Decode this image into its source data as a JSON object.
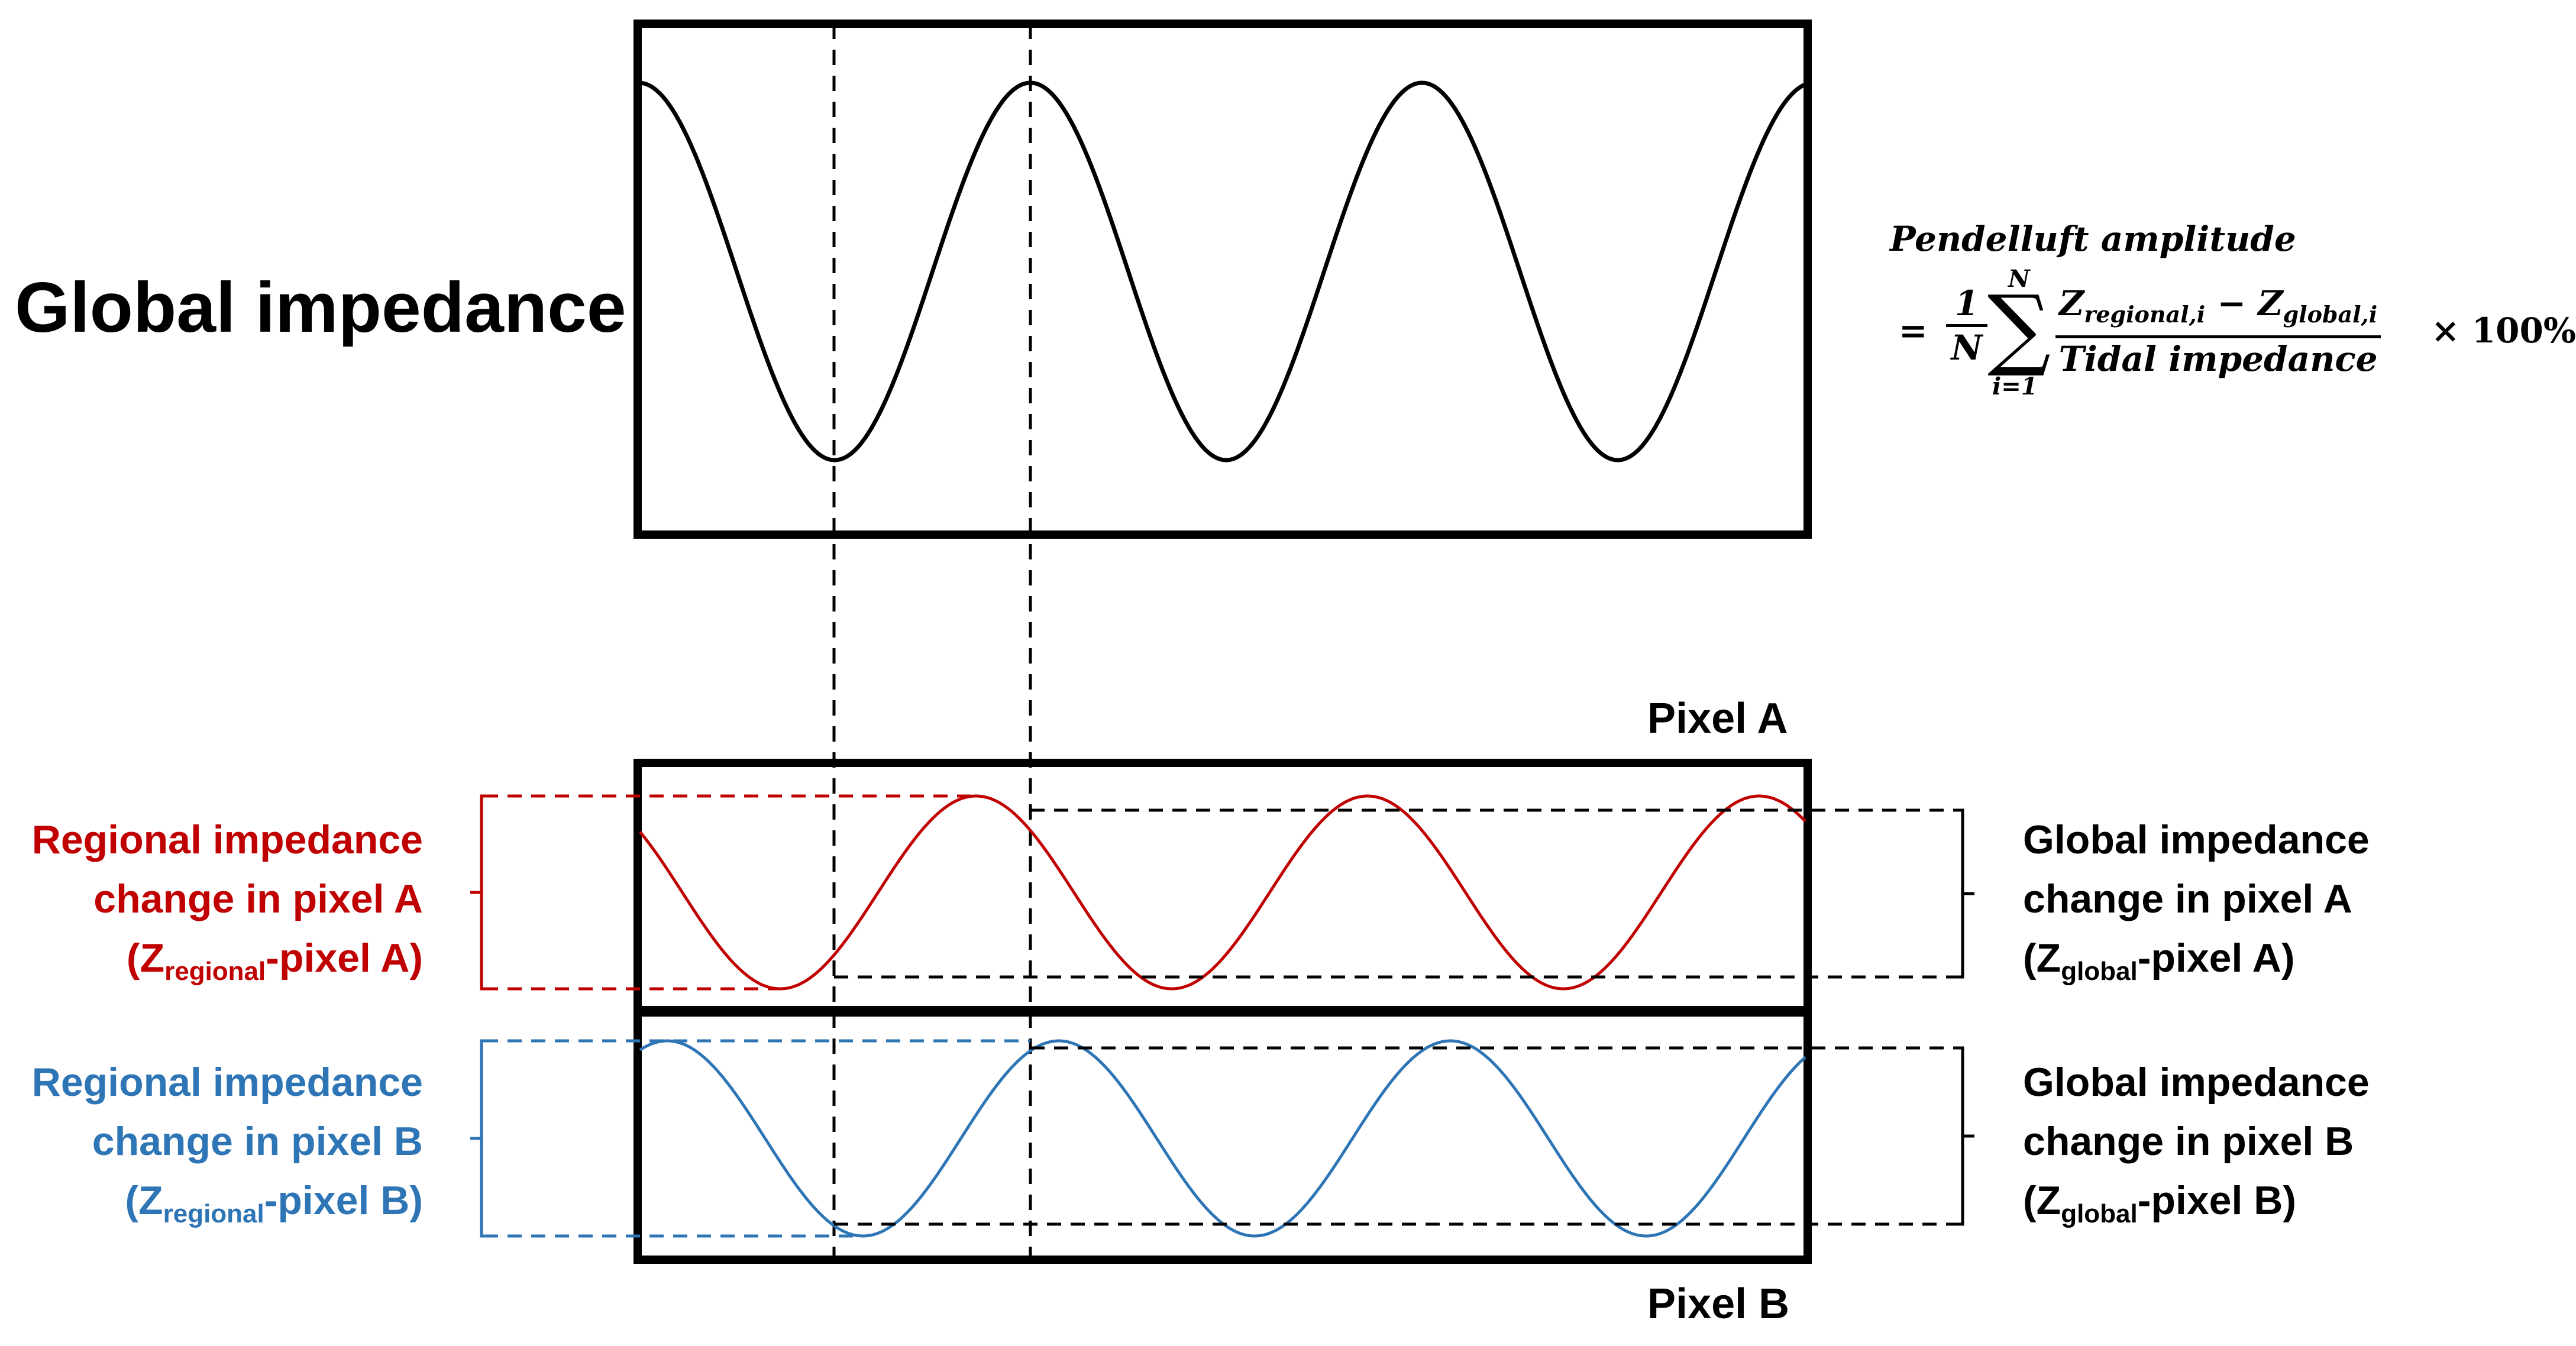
{
  "labels": {
    "global_impedance": "Global impedance",
    "pixel_a": "Pixel A",
    "pixel_b": "Pixel B"
  },
  "left_labels": {
    "a": {
      "line1": "Regional impedance",
      "line2": "change in pixel A",
      "open": "(Z",
      "sub": "regional",
      "rest": "-pixel A)"
    },
    "b": {
      "line1": "Regional impedance",
      "line2": "change in pixel B",
      "open": "(Z",
      "sub": "regional",
      "rest": "-pixel B)"
    }
  },
  "right_labels": {
    "a": {
      "line1": "Global impedance",
      "line2": "change in pixel A",
      "open": "(Z",
      "sub": "global",
      "rest": "-pixel A)"
    },
    "b": {
      "line1": "Global impedance",
      "line2": "change in pixel B",
      "open": "(Z",
      "sub": "global",
      "rest": "-pixel B)"
    }
  },
  "formula": {
    "title": "Pendelluft amplitude",
    "equals": "=",
    "frac_num": "1",
    "frac_den": "N",
    "sigma": "∑",
    "sum_upper": "N",
    "sum_lower": "i=1",
    "num_z1": "Z",
    "num_sub1": "regional,i",
    "num_minus": " − ",
    "num_z2": "Z",
    "num_sub2": "global,i",
    "denominator": "Tidal impedance",
    "times": "× 100%"
  },
  "colors": {
    "global": "#000000",
    "pixel_a": "#c00000",
    "pixel_b": "#2e75b6"
  }
}
